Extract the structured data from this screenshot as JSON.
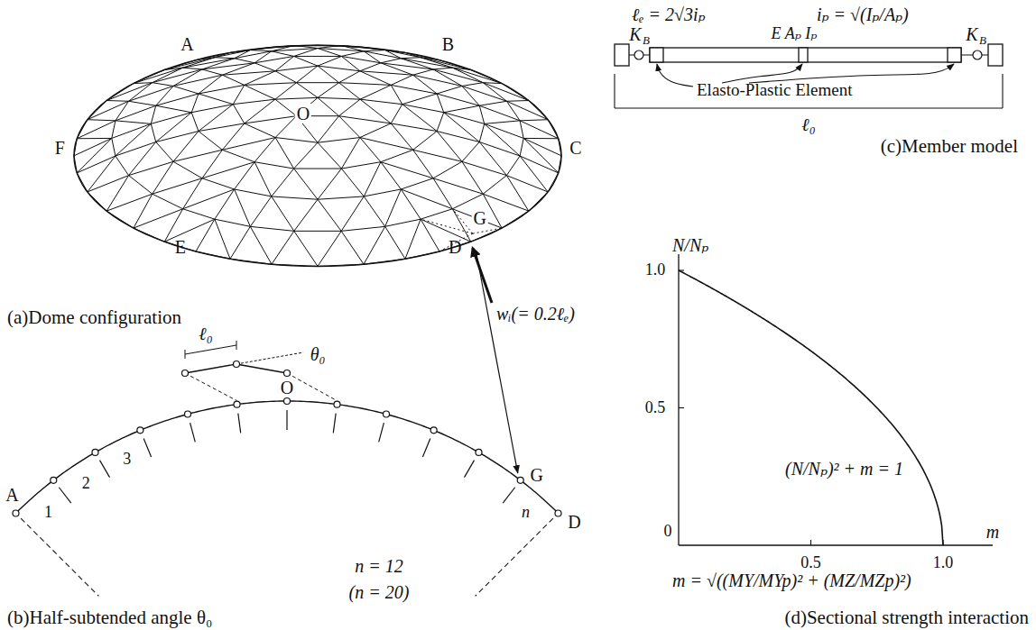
{
  "diagram": {
    "labels": [
      "A",
      "B",
      "F",
      "C",
      "O",
      "G",
      "E",
      "D",
      "wᵢ(= 0.2ℓₑ)",
      "(a)Dome configuration",
      "ℓ₀",
      "θ₀",
      "A",
      "O",
      "G",
      "D",
      "1",
      "2",
      "3",
      "n",
      "n = 12",
      "(n = 20)",
      "(b)Half-subtended angle θ₀",
      "ℓₑ = 2√3iₚ",
      "iₚ = √(Iₚ/Aₚ)",
      "K",
      "B",
      "E Aₚ Iₚ",
      "K",
      "B",
      "Elasto-Plastic Element",
      "ℓ₀",
      "(c)Member model",
      "N/Nₚ",
      "1.0",
      "0.5",
      "0",
      "0.5",
      "1.0",
      "m",
      "(N/Nₚ)² + m = 1",
      "m = √((MY/MYp)² + (MZ/MZp)²)",
      "(d)Sectional strength interaction"
    ]
  }
}
